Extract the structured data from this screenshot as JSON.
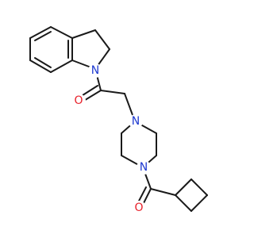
{
  "molecule": {
    "atoms": {
      "n_indoline": {
        "symbol": "N",
        "color": "#1f3ad1"
      },
      "o_amide_top": {
        "symbol": "O",
        "color": "#e8202a"
      },
      "n_piperazine_top": {
        "symbol": "N",
        "color": "#1f3ad1"
      },
      "n_piperazine_bottom": {
        "symbol": "N",
        "color": "#1f3ad1"
      },
      "o_amide_bottom": {
        "symbol": "O",
        "color": "#e8202a"
      }
    },
    "bond_color": "#1a1a1a",
    "background": "#ffffff"
  }
}
